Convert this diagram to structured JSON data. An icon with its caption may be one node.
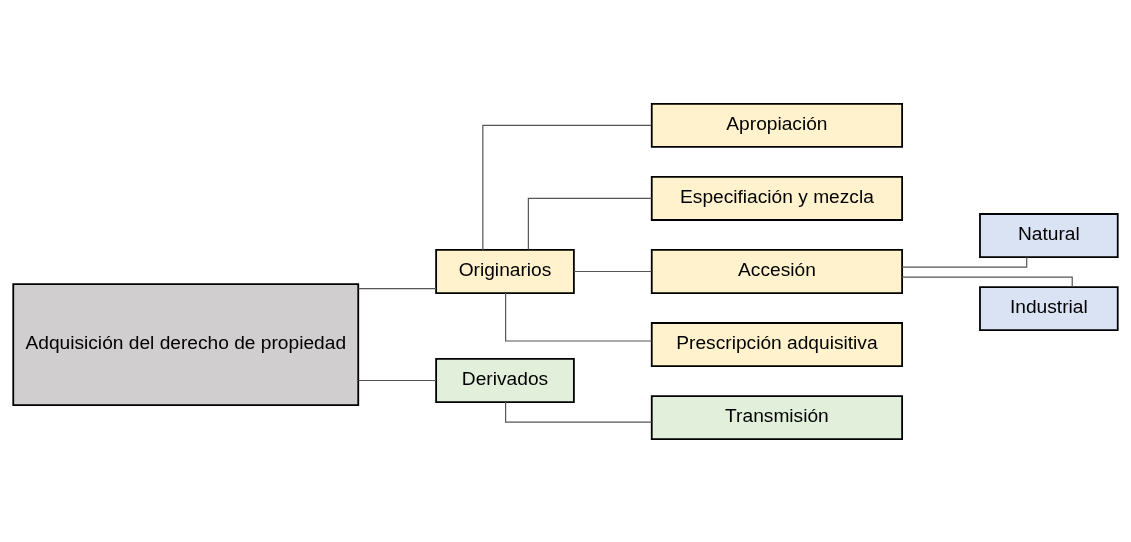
{
  "diagram": {
    "nodes": [
      {
        "text": [
          "Adquisición del derecho de propiedad"
        ]
      },
      {
        "text": [
          "Originarios"
        ]
      },
      {
        "text": [
          "Derivados"
        ]
      },
      {
        "text": [
          "Apropiación"
        ]
      },
      {
        "text": [
          "Especifiación y mezcla"
        ]
      },
      {
        "text": [
          "Accesión"
        ]
      },
      {
        "text": [
          "Prescripción adquisitiva"
        ]
      },
      {
        "text": [
          "Natural"
        ]
      },
      {
        "text": [
          "Industrial"
        ]
      },
      {
        "text": [
          "Transmisión"
        ]
      }
    ],
    "edges": [
      {
        "from": 0,
        "to": 1,
        "arrow": "none"
      },
      {
        "from": 0,
        "to": 2,
        "arrow": "none"
      },
      {
        "from": 1,
        "to": 3,
        "arrow": "none"
      },
      {
        "from": 1,
        "to": 4,
        "arrow": "none"
      },
      {
        "from": 1,
        "to": 5,
        "arrow": "none"
      },
      {
        "from": 1,
        "to": 6,
        "arrow": "none"
      },
      {
        "from": 5,
        "to": 7,
        "arrow": "none"
      },
      {
        "from": 5,
        "to": 8,
        "arrow": "none"
      },
      {
        "from": 2,
        "to": 9,
        "arrow": "none"
      }
    ]
  }
}
